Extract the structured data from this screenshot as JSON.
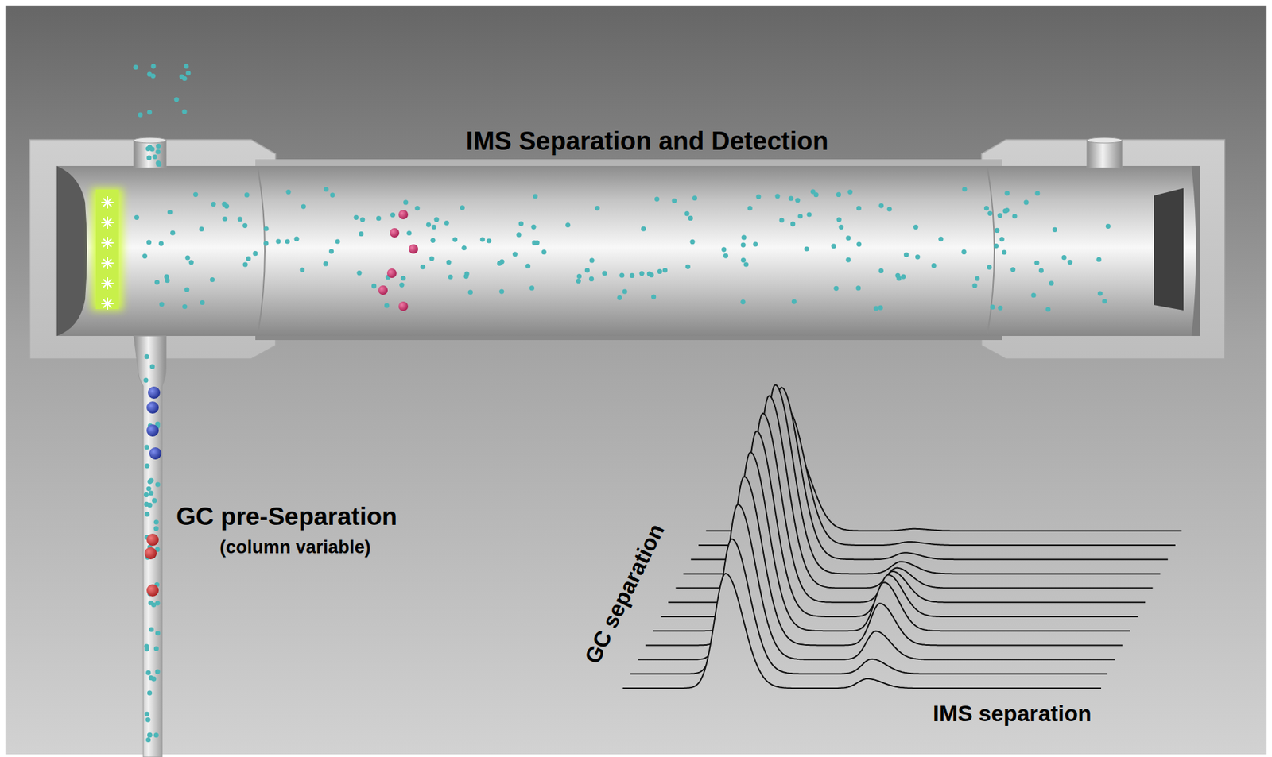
{
  "diagram": {
    "labels": [
      "IMS Separation and Detection",
      "GC pre-Separation",
      "(column variable)",
      "GC separation",
      "IMS separation"
    ]
  }
}
